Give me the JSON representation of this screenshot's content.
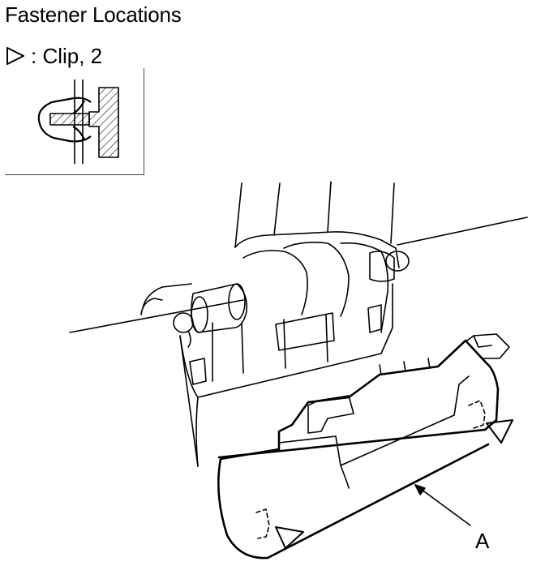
{
  "title": "Fastener Locations",
  "legend": {
    "symbol": "triangle-clip-icon",
    "text": ": Clip, 2"
  },
  "callouts": {
    "a": "A"
  },
  "colors": {
    "ink": "#000000",
    "paper": "#ffffff"
  }
}
